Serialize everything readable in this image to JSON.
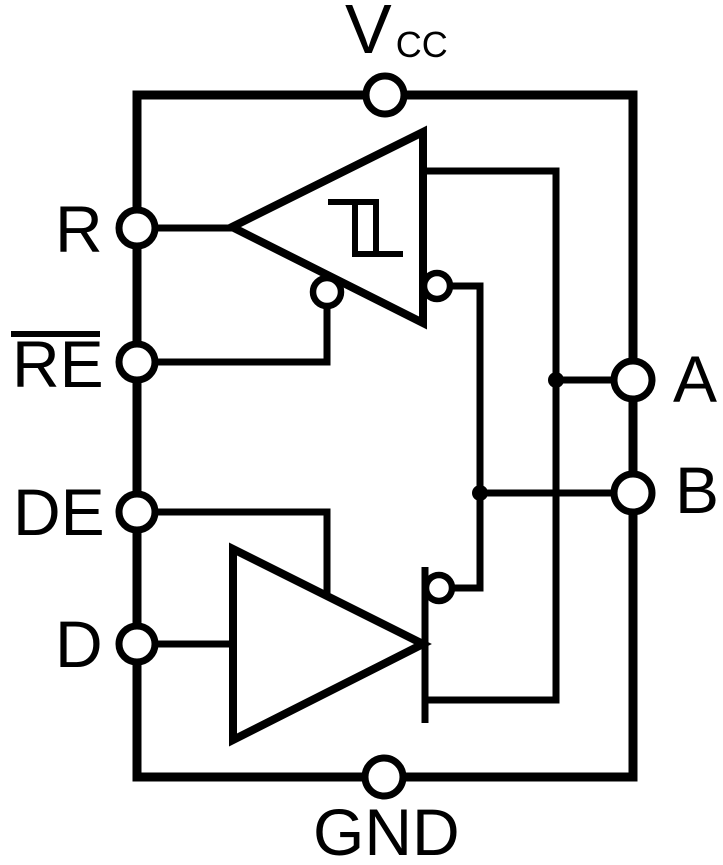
{
  "colors": {
    "line": "#000000",
    "background": "#ffffff"
  },
  "labels": {
    "vcc_main": "V",
    "vcc_sub": "CC",
    "gnd": "GND",
    "r": "R",
    "re": "RE",
    "de": "DE",
    "d": "D",
    "a": "A",
    "b": "B"
  }
}
